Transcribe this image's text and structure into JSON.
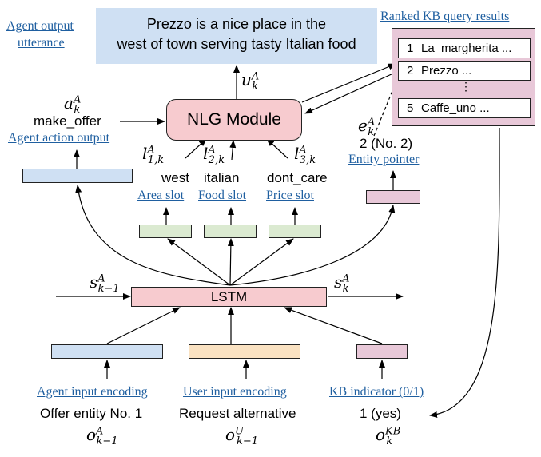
{
  "output_utterance": {
    "pre1": "",
    "entity": "Prezzo",
    "mid1": " is a nice place in the",
    "area": "west",
    "mid2": " of town serving tasty ",
    "food": "Italian",
    "post": " food"
  },
  "labels": {
    "agent_output_utterance_line1": "Agent output",
    "agent_output_utterance_line2": "utterance",
    "ranked_kb": "Ranked KB query results",
    "agent_action_output": "Agent action output",
    "area_slot": "Area slot",
    "food_slot": "Food slot",
    "price_slot": "Price slot",
    "entity_pointer": "Entity pointer",
    "agent_input_encoding": "Agent input encoding",
    "user_input_encoding": "User input encoding",
    "kb_indicator": "KB indicator (0/1)"
  },
  "kb_results": [
    {
      "rank": "1",
      "name": "La_margherita ..."
    },
    {
      "rank": "2",
      "name": "Prezzo ..."
    },
    {
      "rank": "5",
      "name": "Caffe_uno ..."
    }
  ],
  "kb_ellipsis": "⋮",
  "modules": {
    "nlg": "NLG Module",
    "lstm": "LSTM"
  },
  "values": {
    "action": "make_offer",
    "area": "west",
    "food": "italian",
    "price": "dont_care",
    "entity_pointer": "2 (No. 2)",
    "agent_input": "Offer entity No. 1",
    "user_input": "Request alternative",
    "kb_indicator": "1 (yes)"
  },
  "math": {
    "u": "u",
    "a": "a",
    "e": "e",
    "l": "l",
    "s": "s",
    "o": "o",
    "sup_A": "A",
    "sup_U": "U",
    "sup_KB": "KB",
    "sub_k": "k",
    "sub_k_1": "k−1",
    "sub_1k": "1,k",
    "sub_2k": "2,k",
    "sub_3k": "3,k"
  },
  "colors": {
    "blue": "#cfe0f3",
    "green": "#dbead1",
    "orange": "#fae2c2",
    "pink": "#e8c8d8",
    "red": "#f7cbcf",
    "link": "#1f5fa0"
  }
}
